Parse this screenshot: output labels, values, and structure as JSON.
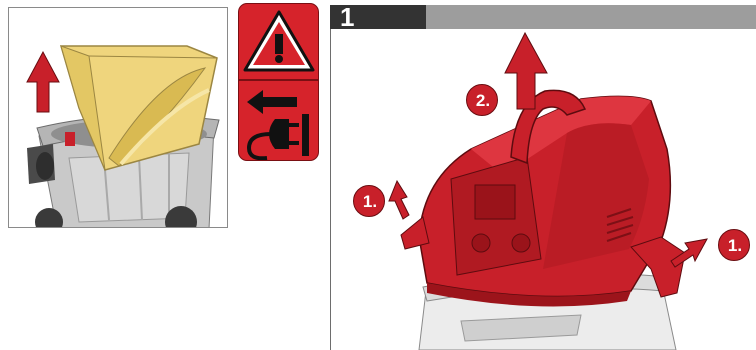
{
  "step": {
    "number": "1",
    "callouts": [
      {
        "label": "2."
      },
      {
        "label": "1."
      },
      {
        "label": "1."
      }
    ]
  },
  "colors": {
    "brand_red": "#d6232b",
    "header_dark": "#333333",
    "header_bar": "#9d9d9d",
    "filter_bag": "#efd57d"
  },
  "icons": [
    "warning-triangle-icon",
    "arrow-left-icon",
    "power-plug-icon",
    "lift-arrow-icon"
  ]
}
